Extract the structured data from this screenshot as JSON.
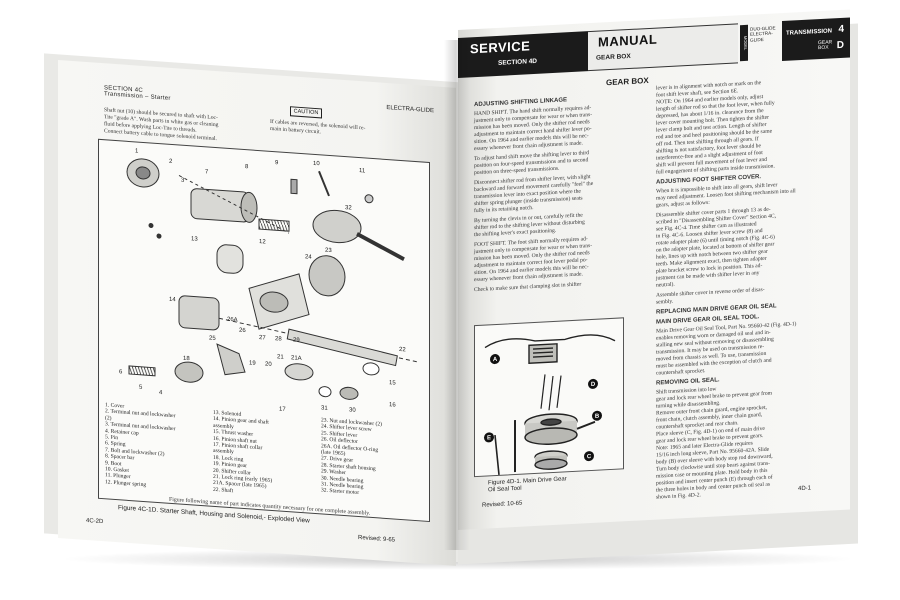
{
  "left_page": {
    "section_label": "SECTION 4C",
    "section_sub": "Transmission – Starter",
    "header_right": "ELECTRA-GLIDE",
    "intro_text": [
      "Shaft nut (10) should be secured to shaft with Loc-",
      "Tite \"grade A\". Wash parts in white gas or cleaning",
      "fluid before applying Loc-Tite to threads.",
      "Connect battery cable to tongue solenoid terminal."
    ],
    "caution_label": "CAUTION",
    "caution_text": [
      "If cables are reversed, the solenoid will re-",
      "main in battery circuit."
    ],
    "diagram_numbers": [
      "1",
      "2",
      "3",
      "4",
      "5",
      "6",
      "7",
      "8",
      "9",
      "10",
      "11",
      "12",
      "13",
      "14",
      "15",
      "16",
      "17",
      "18",
      "19",
      "20",
      "21",
      "21A",
      "22",
      "23",
      "24",
      "25",
      "26",
      "26A",
      "27",
      "28",
      "29",
      "30",
      "31",
      "32"
    ],
    "legend_col1": [
      "1.   Cover",
      "2.   Terminal nut and lockwasher",
      "       (2)",
      "3.   Terminal nut and lockwasher",
      "4.   Retainer cap",
      "5.   Pin",
      "6.   Spring",
      "7.   Bolt and lockwasher (2)",
      "8.   Spacer bar",
      "9.   Boot",
      "10.  Gasket",
      "11.  Plunger",
      "12.  Plunger spring"
    ],
    "legend_col2": [
      "13.  Solenoid",
      "14.  Pinion gear and shaft",
      "       assembly",
      "15.  Thrust washer",
      "16.  Pinion shaft nut",
      "17.  Pinion shaft collar",
      "       assembly",
      "18.  Lock ring",
      "19.  Pinion gear",
      "20.  Shifter collar",
      "21.  Lock ring (early 1965)",
      "21A. Spacer (late 1965)",
      "22.  Shaft"
    ],
    "legend_col3": [
      "23.  Nut and lockwasher (2)",
      "24.  Shifter lever screw",
      "25.  Shifter lever",
      "26.  Oil deflector",
      "26A. Oil deflector O-ring",
      "       (late 1965)",
      "27.  Drive gear",
      "28.  Starter shaft housing",
      "29.  Washer",
      "30.  Needle bearing",
      "31.  Needle bearing",
      "32.  Starter motor"
    ],
    "figure_note": "Figure following name of part indicates quantity necessary for one complete assembly.",
    "figure_caption": "Figure 4C-1D. Starter Shaft, Housing and Solenoid,- Exploded View",
    "page_number": "4C-2D",
    "revised": "Revised:  9-65"
  },
  "right_page": {
    "banner_service": "SERVICE",
    "banner_manual": "MANUAL",
    "banner_section": "SECTION 4D",
    "banner_gearbox": "GEAR BOX",
    "banner_model_label": "MODEL",
    "banner_models": [
      "DUO-GLIDE",
      "ELECTRA-",
      "GLIDE"
    ],
    "banner_transmission": "TRANSMISSION",
    "banner_num": "4",
    "banner_gear_box": [
      "GEAR",
      "BOX"
    ],
    "banner_letter": "D",
    "title": "GEAR BOX",
    "col1_heading": "ADJUSTING SHIFTING LINKAGE",
    "col1_para1": [
      "HAND SHIFT. The hand shift normally requires ad-",
      "justment only to compensate for wear or when trans-",
      "mission has been moved. Only the shifter rod needs",
      "adjustment to maintain correct hand shifter lever po-",
      "sition. On 1964 and earlier models this will be nec-",
      "essary whenever front chain adjustment is made."
    ],
    "col1_para2": [
      "To adjust hand shift move the shifting lever to third",
      "position on four-speed transmissions and to second",
      "position on three-speed transmissions."
    ],
    "col1_para3": [
      "Disconnect shifter rod from shifter lever, with slight",
      "backward and forward movement carefully \"feel\" the",
      "transmission lever into exact position where the",
      "shifter spring plunger (inside transmission) seats",
      "fully in its retaining notch."
    ],
    "col1_para4": [
      "By turning the clevis in or out, carefully refit the",
      "shifter rod to the shifting lever without disturbing",
      "the shifting lever's exact positioning."
    ],
    "col1_para5": [
      "FOOT SHIFT. The foot shift normally requires ad-",
      "justment only to compensate for wear or when trans-",
      "mission has been moved. Only the shifter rod needs",
      "adjustment to maintain correct foot lever pedal po-",
      "sition. On 1964 and earlier models this will be nec-",
      "essary whenever front chain adjustment is made."
    ],
    "col1_para6": [
      "Check to make sure that clamping slot in shifter"
    ],
    "col2_para1": [
      "lever is in alignment with notch or mark on the",
      "foot shift lever shaft, see Section 6E.",
      "NOTE: On 1964 and earlier models only, adjust",
      "length of shifter rod so that the foot lever, when fully",
      "depressed, has about 1/16 in. clearance from the",
      "lever cover mounting bolt. Then tighten the shifter",
      "lever clamp bolt and test action. Length of shifter",
      "rod and toe and heel positioning should be the same",
      "off rod. Then test shifting through all gears. If",
      "shifting is not satisfactory, foot lever should be",
      "interference-free and a slight adjustment of foot",
      "shift will prevent full movement of foot lever and",
      "full engagement of shifting parts inside transmission."
    ],
    "col2_heading1": "ADJUSTING FOOT SHIFTER COVER.",
    "col2_para2": [
      "When it is impossible to shift into all gears, shift lever",
      "may need adjustment. Loosen foot shifting mechanism into all",
      "gears, adjust as follows:"
    ],
    "col2_para3": [
      "Disassemble shifter cover parts 1 through 13 as de-",
      "scribed in \"Disassembling Shifter Cover\" Section 4C,",
      "see Fig. 4C-4. Time shifter cam as illustrated",
      "in Fig. 4C-6. Loosen shifter lever screw (8) and",
      "rotate adapter plate (6) until timing notch (Fig. 4C-6)",
      "on the adapter plate, located at bottom of shifter gear",
      "hole, lines up with notch between two shifter gear",
      "teeth. Make alignment exact, then tighten adapter",
      "plate bracket screw to lock in position. This ad-",
      "justment can be made with shifter lever in any",
      "neutral)."
    ],
    "col2_para4": [
      "Assemble shifter cover in reverse order of disas-",
      "sembly."
    ],
    "col2_heading2": "REPLACING MAIN DRIVE GEAR OIL SEAL",
    "col2_heading3": "MAIN DRIVE GEAR OIL SEAL TOOL.",
    "col2_para5": [
      "Main Drive Gear Oil Seal Tool, Part No. 95660-42 (Fig. 4D-1)",
      "enables removing worn or damaged oil seal and in-",
      "stalling new seal without removing or disassembling",
      "transmission. It may be used on transmission re-",
      "moved from chassis as well. To use, transmission",
      "must be assembled with the exception of clutch and",
      "countershaft sprocket."
    ],
    "col2_heading4": "REMOVING OIL SEAL.",
    "col2_para6": [
      "Shift transmission into low",
      "gear and lock rear wheel brake to prevent gear from",
      "turning while disassembling.",
      "Remove outer front chain guard, engine sprocket,",
      "front chain, clutch assembly, inner chain guard,",
      "countershaft sprocket and rear chain.",
      "Place sleeve (C, Fig. 4D-1) on end of main drive",
      "gear and lock rear wheel brake to prevent gears.",
      "Note: 1965 and later Electra-Glide requires",
      "15/16 inch long sleeve, Part No. 95660-42A. Slide",
      "body (B) over sleeve with body stop rod downward,",
      "Turn body clockwise until stop bears against trans-",
      "mission case or mounting plate. Hold body in this",
      "position and insert center punch (E) through each of",
      "the three holes in body and center punch oil seal as",
      "shown in Fig. 4D-2."
    ],
    "tool_labels": [
      "A",
      "B",
      "C",
      "D",
      "E"
    ],
    "tool_caption": [
      "Figure 4D-1.  Main Drive Gear",
      "Oil Seal Tool"
    ],
    "revised": "Revised:  10-65",
    "page_number": "4D-1"
  },
  "colors": {
    "page": "#f6f6f3",
    "ink": "#222222",
    "banner_dark": "#1b1b1b",
    "banner_light": "#ececea"
  }
}
